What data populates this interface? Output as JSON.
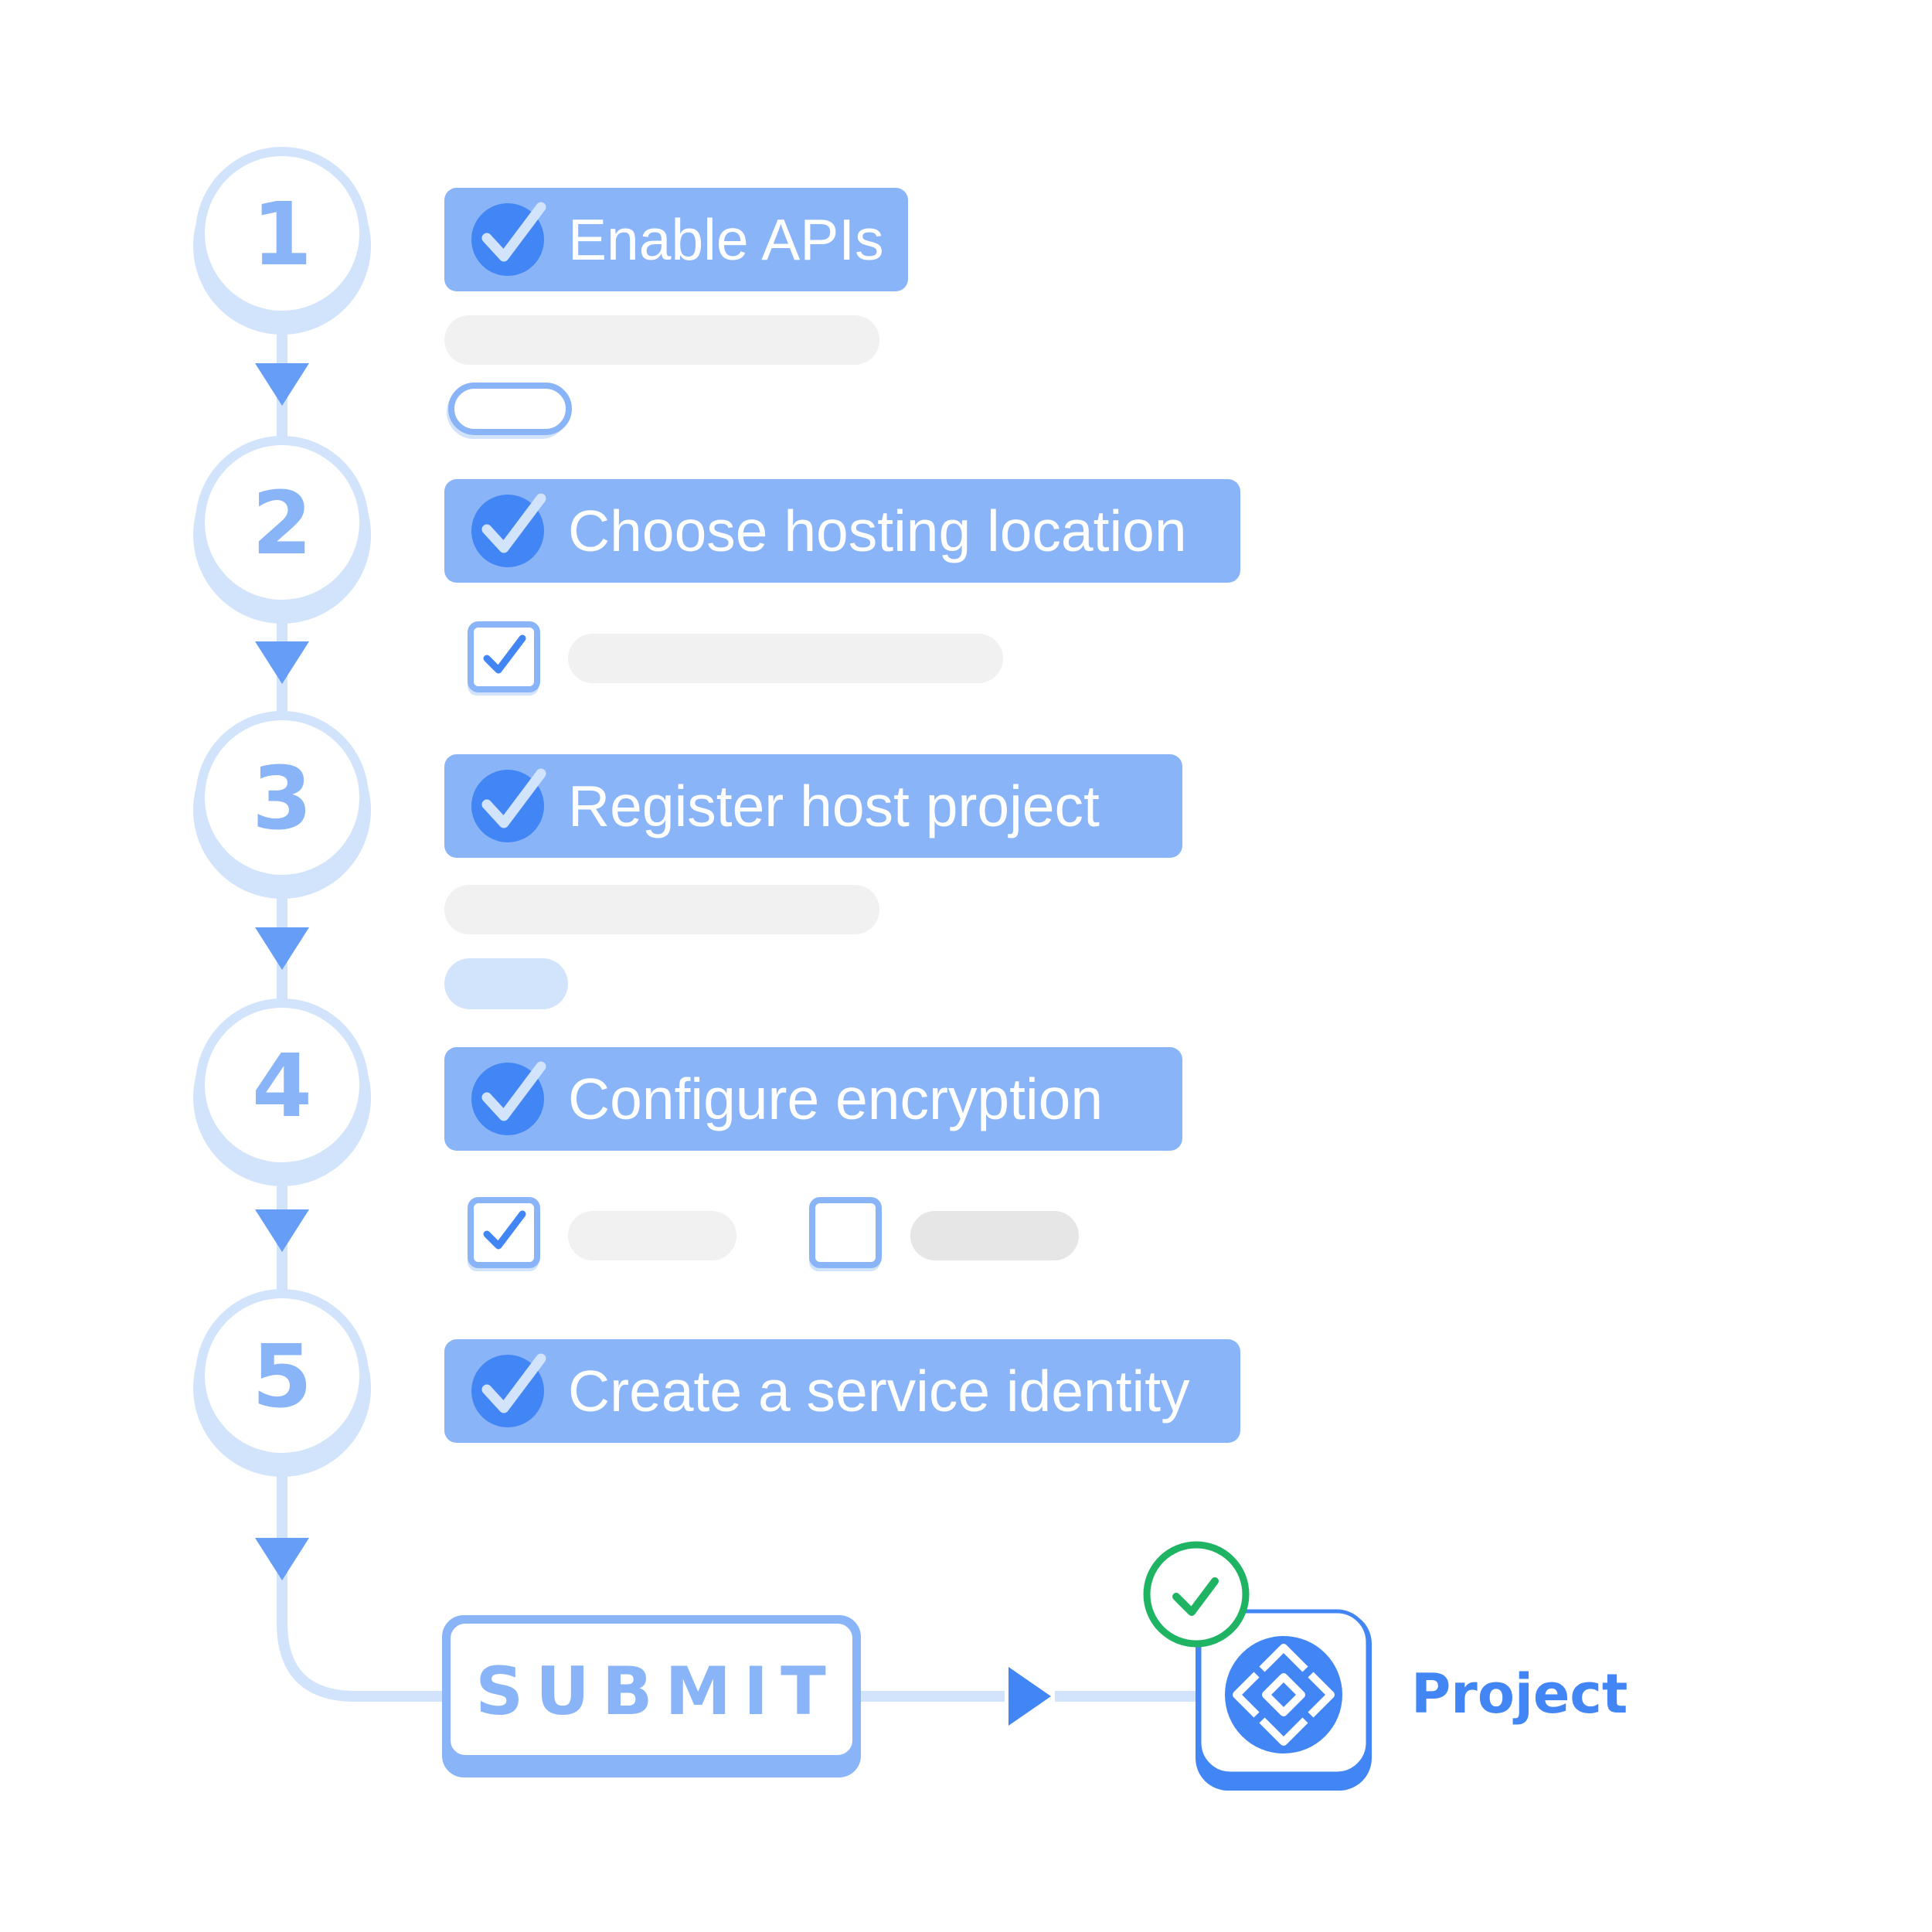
{
  "steps": [
    {
      "number": "1",
      "label": "Enable APIs",
      "completed": true
    },
    {
      "number": "2",
      "label": "Choose hosting location",
      "completed": true
    },
    {
      "number": "3",
      "label": "Register host project",
      "completed": true
    },
    {
      "number": "4",
      "label": "Configure encryption",
      "completed": true
    },
    {
      "number": "5",
      "label": "Create a service identity",
      "completed": true
    }
  ],
  "form_placeholders": {
    "step1": {
      "button": "outline"
    },
    "step2": {
      "checkbox_checked": true
    },
    "step3": {
      "button": "filled"
    },
    "step4": {
      "checkbox_1_checked": true,
      "checkbox_2_checked": false
    }
  },
  "submit": {
    "label": "SUBMIT"
  },
  "result": {
    "label": "Project",
    "status": "success",
    "icon": "project-hexagon-icon",
    "status_icon": "check-circle-icon"
  },
  "colors": {
    "accent_blue": "#4285f4",
    "light_blue": "#8ab4f8",
    "pale_blue": "#d2e3fc",
    "placeholder_gray": "#f1f1f1",
    "success_green": "#1eb463"
  }
}
